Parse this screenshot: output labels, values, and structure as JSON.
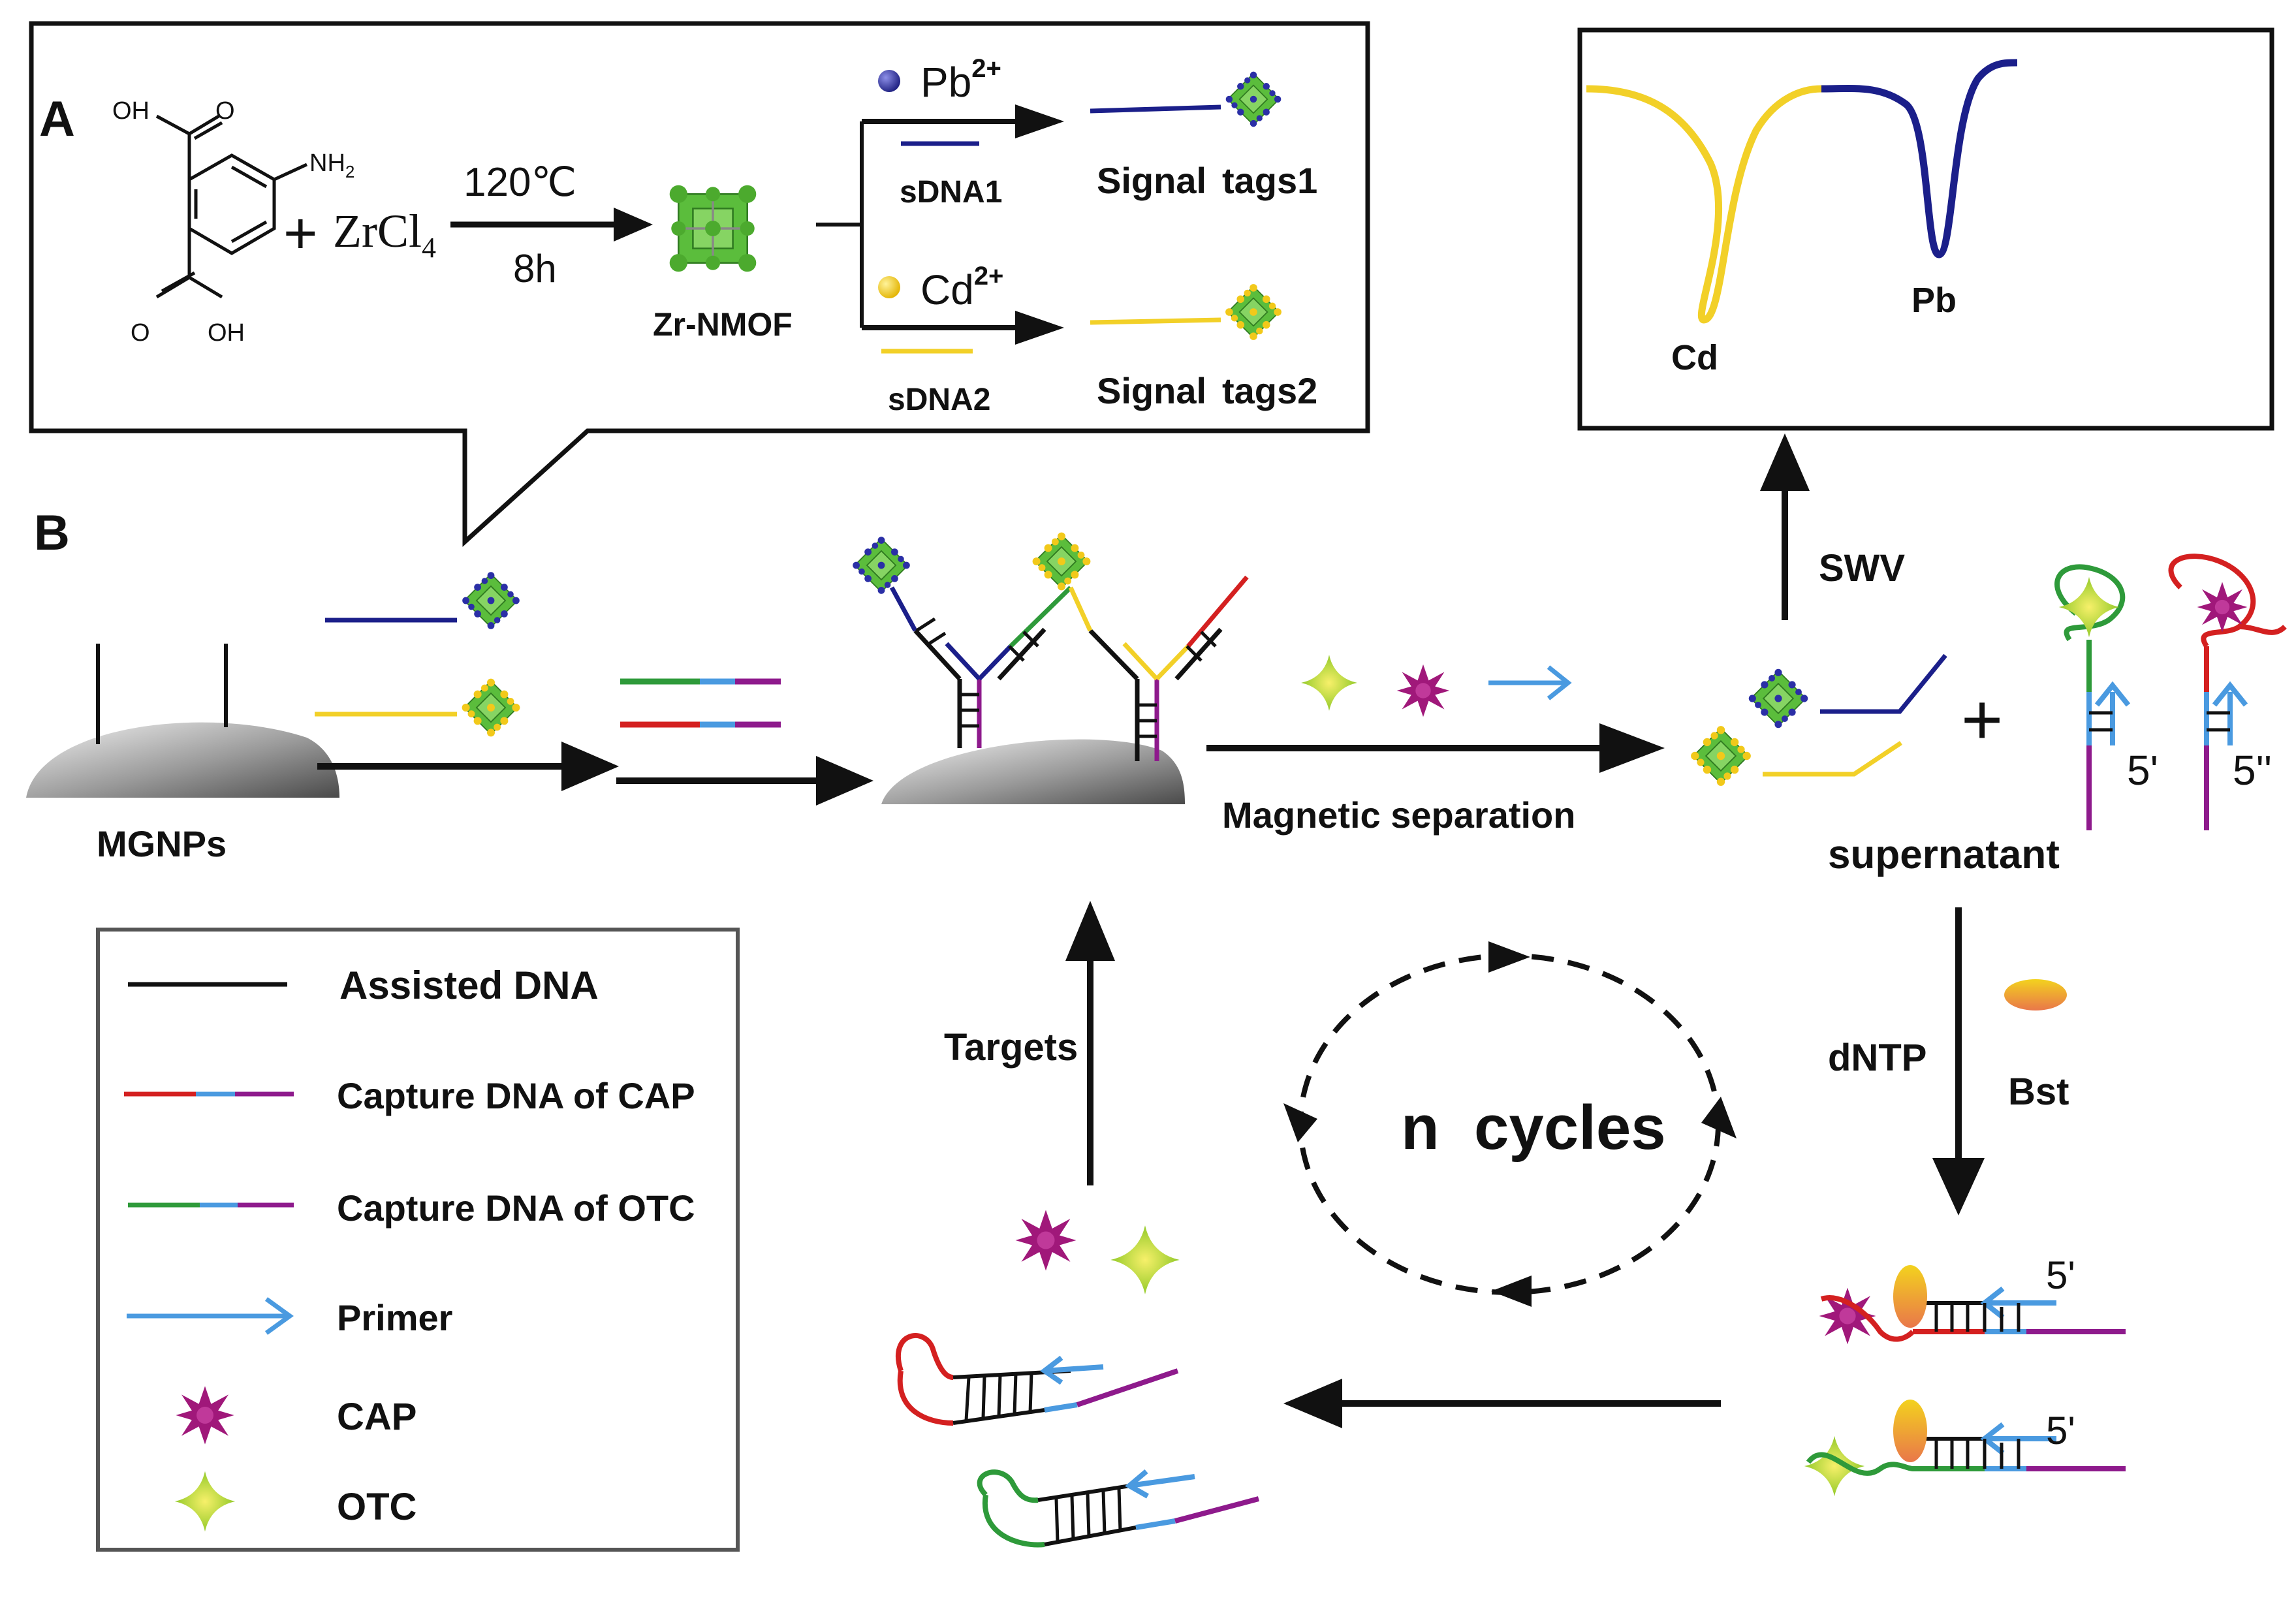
{
  "panel_a": {
    "letter": "A",
    "oh_top": "OH",
    "oh_bottom": "OH",
    "amine": "NH",
    "amine_sub": "2",
    "o_top": "O",
    "o_bottom": "O",
    "plus": "+",
    "reagent": "ZrCl",
    "reagent_sub": "4",
    "temperature": "120℃",
    "time": "8h",
    "product": "Zr-NMOF",
    "pb_ion": "Pb",
    "pb_charge": "2+",
    "cd_ion": "Cd",
    "cd_charge": "2+",
    "sdna1": "sDNA1",
    "sdna2": "sDNA2",
    "signal1": "Signal",
    "tags1": "tags1",
    "signal2": "Signal",
    "tags2": "tags2"
  },
  "swv_plot": {
    "cd_label": "Cd",
    "pb_label": "Pb"
  },
  "panel_b": {
    "letter": "B",
    "mgnps": "MGNPs",
    "magnetic_separation": "Magnetic separation",
    "swv": "SWV",
    "plus": "+",
    "five_prime_a": "5'",
    "five_prime_b": "5''",
    "supernatant": "supernatant",
    "dntp": "dNTP",
    "bst": "Bst",
    "targets": "Targets",
    "n_cycles": "n  cycles",
    "five_prime_c": "5'",
    "five_prime_d": "5'"
  },
  "legend": {
    "items": [
      {
        "label": "Assisted DNA"
      },
      {
        "label": "Capture DNA of CAP"
      },
      {
        "label": "Capture DNA of OTC"
      },
      {
        "label": "Primer"
      },
      {
        "label": "CAP"
      },
      {
        "label": "OTC"
      }
    ]
  },
  "colors": {
    "navy": "#1b1f8a",
    "yellow": "#f2d028",
    "red": "#d42020",
    "green": "#2e9a3a",
    "blue": "#4a9ae0",
    "purple": "#8e1a8c",
    "mof_green": "#5bbd3c",
    "cap_magenta": "#a0187a",
    "otc_yellow": "#c8dc20"
  }
}
